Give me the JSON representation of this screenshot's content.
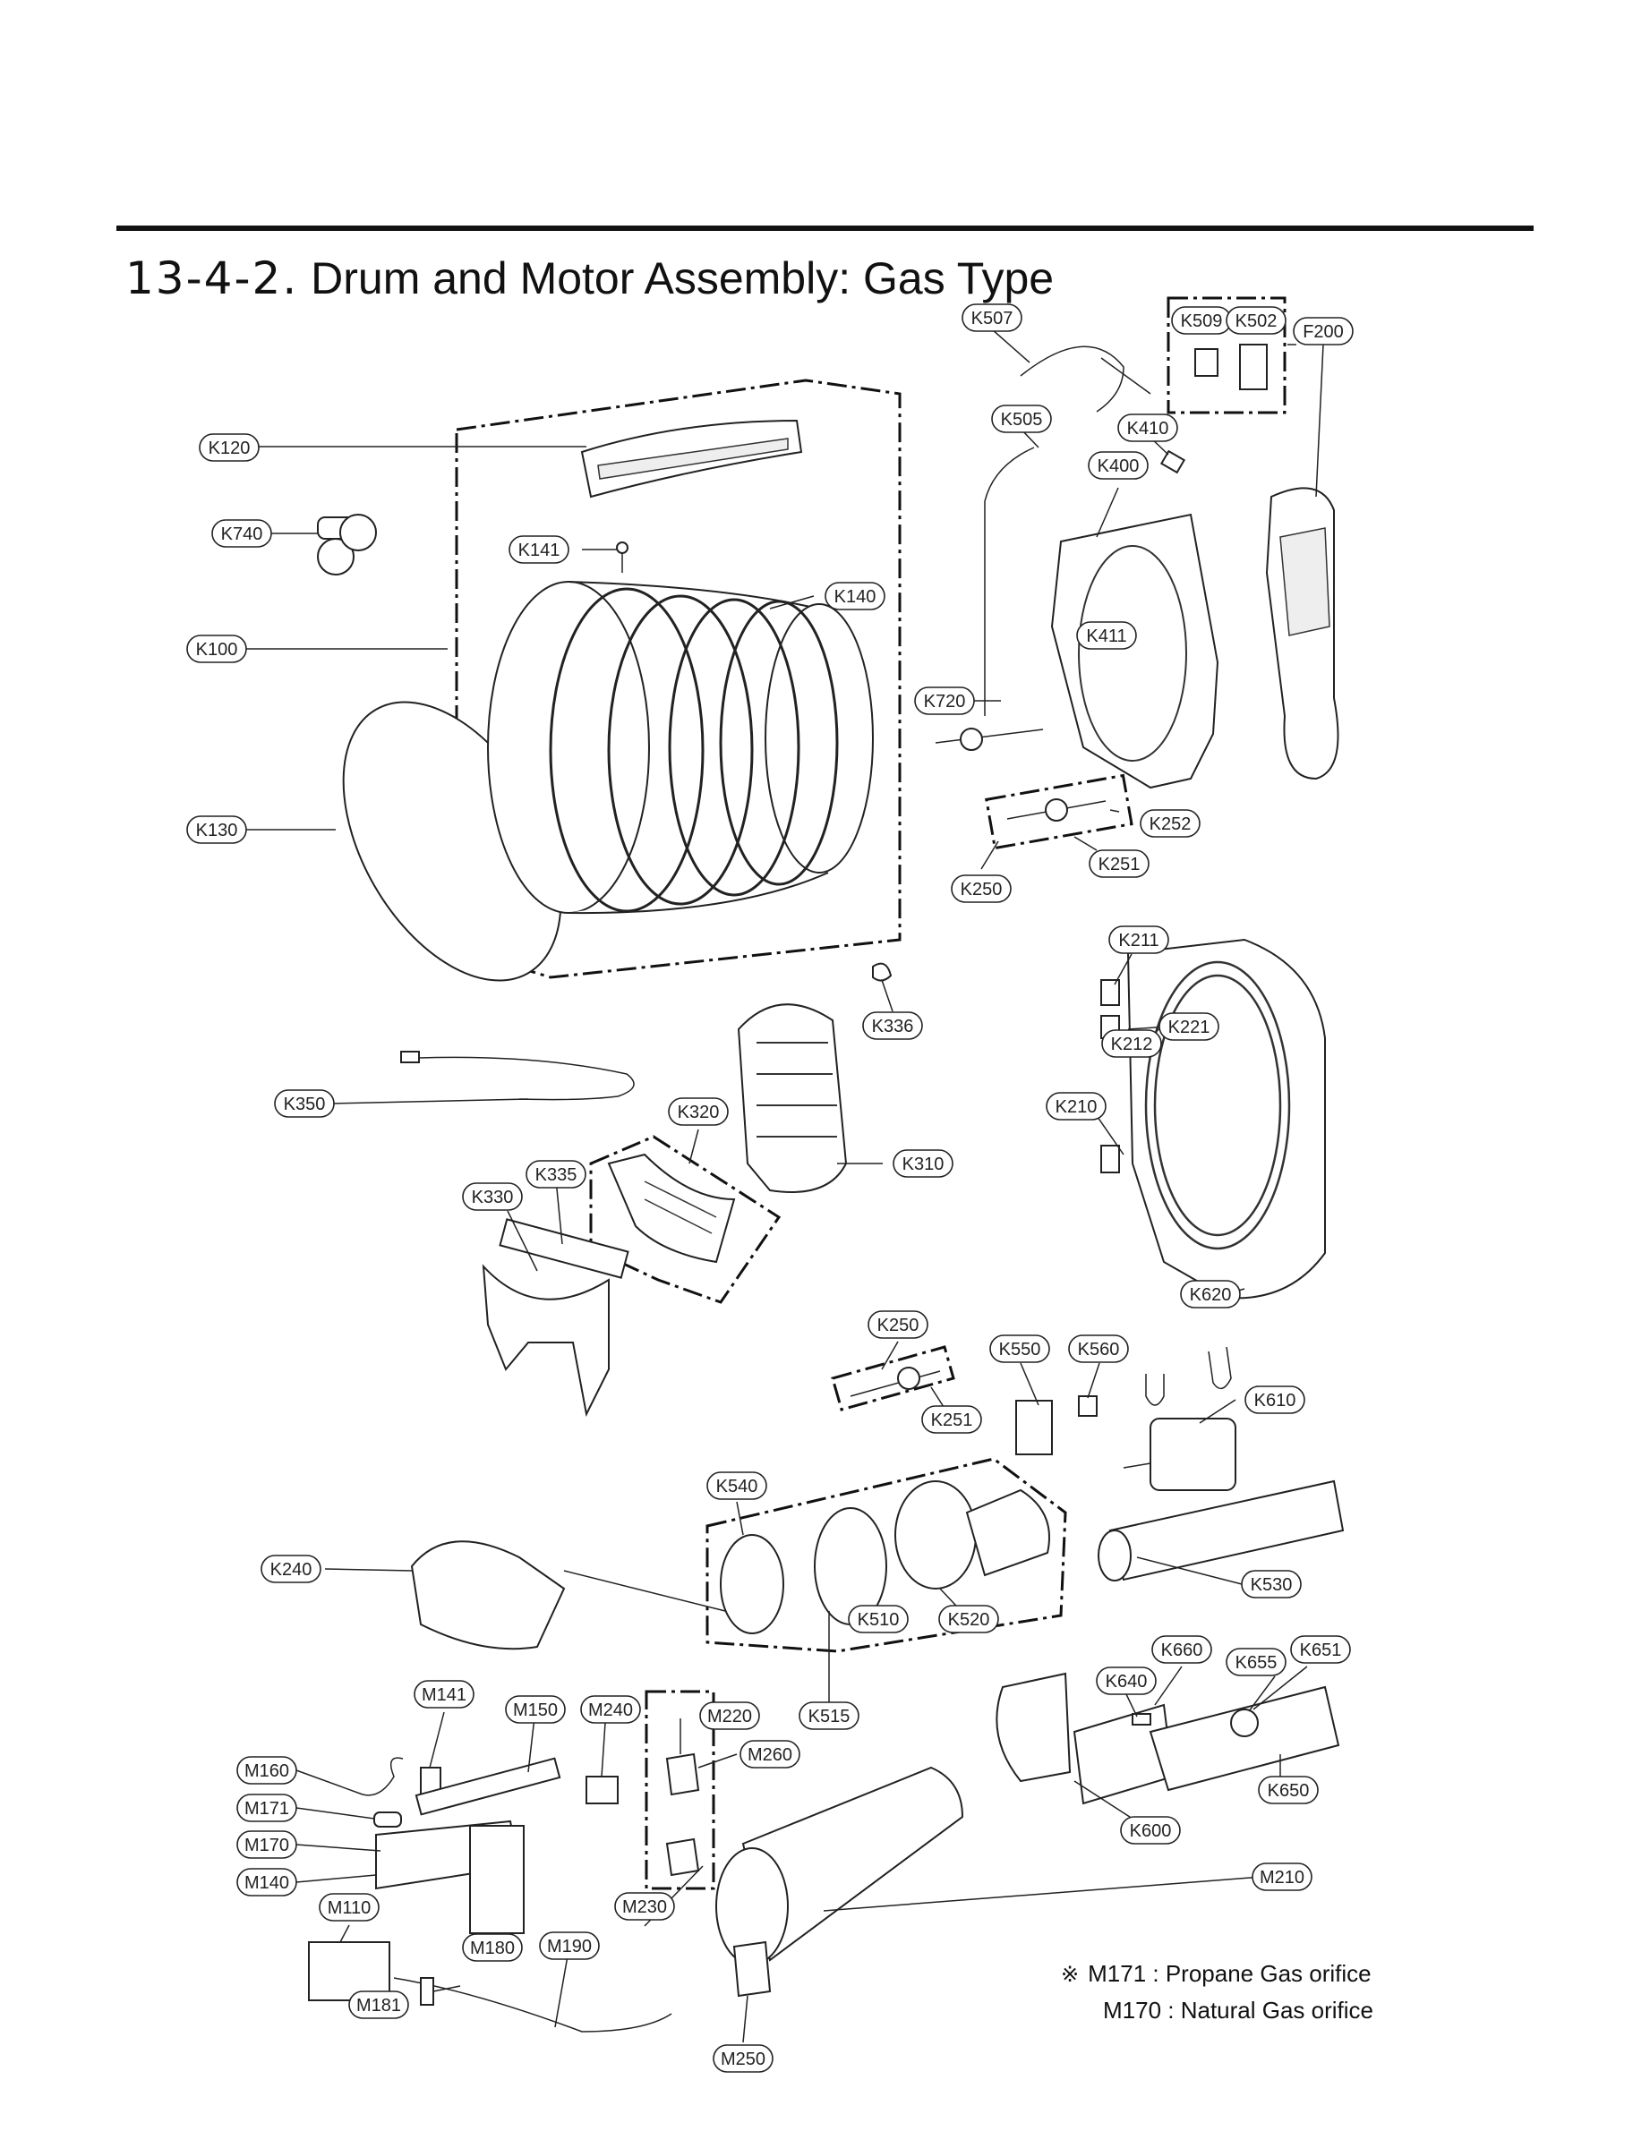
{
  "header": {
    "section_number": "13-4-2.",
    "title": "Drum and Motor Assembly: Gas Type"
  },
  "callouts": [
    "K507",
    "K509",
    "K502",
    "F200",
    "K505",
    "K410",
    "K400",
    "K120",
    "K740",
    "K141",
    "K140",
    "K411",
    "K100",
    "K720",
    "K252",
    "K130",
    "K251",
    "K250",
    "K211",
    "K336",
    "K221",
    "K212",
    "K350",
    "K320",
    "K210",
    "K310",
    "K335",
    "K330",
    "K620",
    "K250",
    "K550",
    "K560",
    "K610",
    "K251",
    "K540",
    "K240",
    "K530",
    "K510",
    "K520",
    "K660",
    "K651",
    "K655",
    "K640",
    "M141",
    "M150",
    "M240",
    "M220",
    "K515",
    "M260",
    "M160",
    "K650",
    "M171",
    "M170",
    "K600",
    "M210",
    "M140",
    "M110",
    "M230",
    "M190",
    "M180",
    "M181",
    "M250"
  ],
  "footnote": {
    "mark": "※",
    "lines": [
      "M171 : Propane Gas orifice",
      "M170 : Natural Gas orifice"
    ]
  }
}
